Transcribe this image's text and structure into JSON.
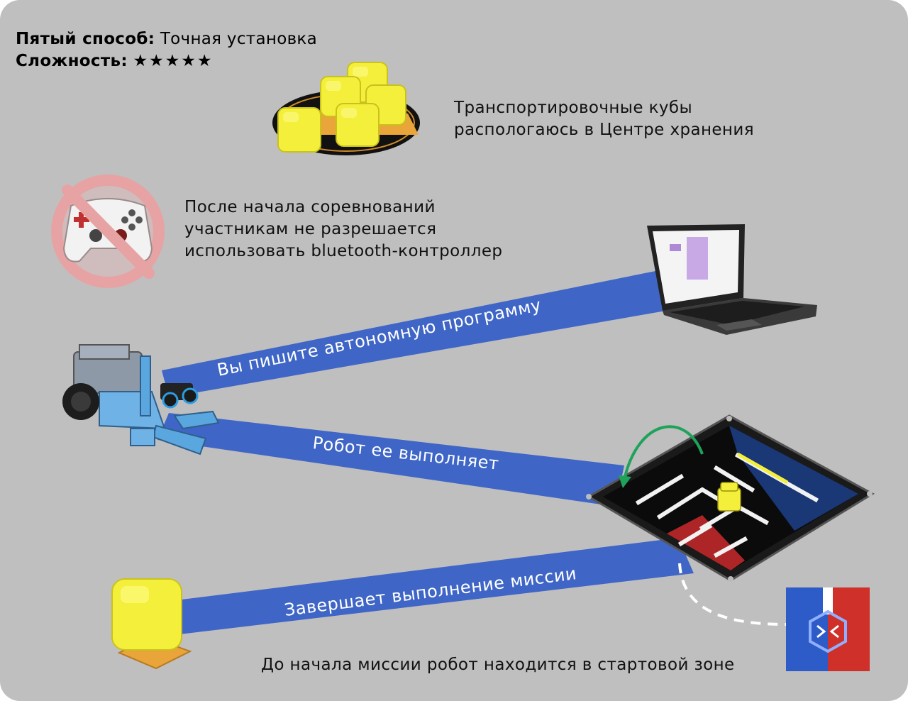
{
  "header": {
    "method_label": "Пятый способ:",
    "method_value": "Точная установка",
    "difficulty_label": "Сложность:",
    "difficulty_stars": "★★★★★"
  },
  "cubes_note": {
    "line1": "Транспортировочные кубы",
    "line2": "распологаюсь в Центре хранения"
  },
  "controller_note": {
    "line1": "После начала соревнований",
    "line2": "участникам не разрешается",
    "line3": "использовать bluetooth-контроллер"
  },
  "flow": {
    "step1": "Вы пишите автономную программу",
    "step2": "Робот ее выполняет",
    "step3": "Завершает выполнение миссии"
  },
  "start_note": "До начала миссии робот находится в стартовой зоне",
  "colors": {
    "background": "#bfbfbf",
    "band": "#3f66c6",
    "cube": "#f4ef3a",
    "arrow": "#1fa35a",
    "forbidden": "#e7a3a3"
  }
}
